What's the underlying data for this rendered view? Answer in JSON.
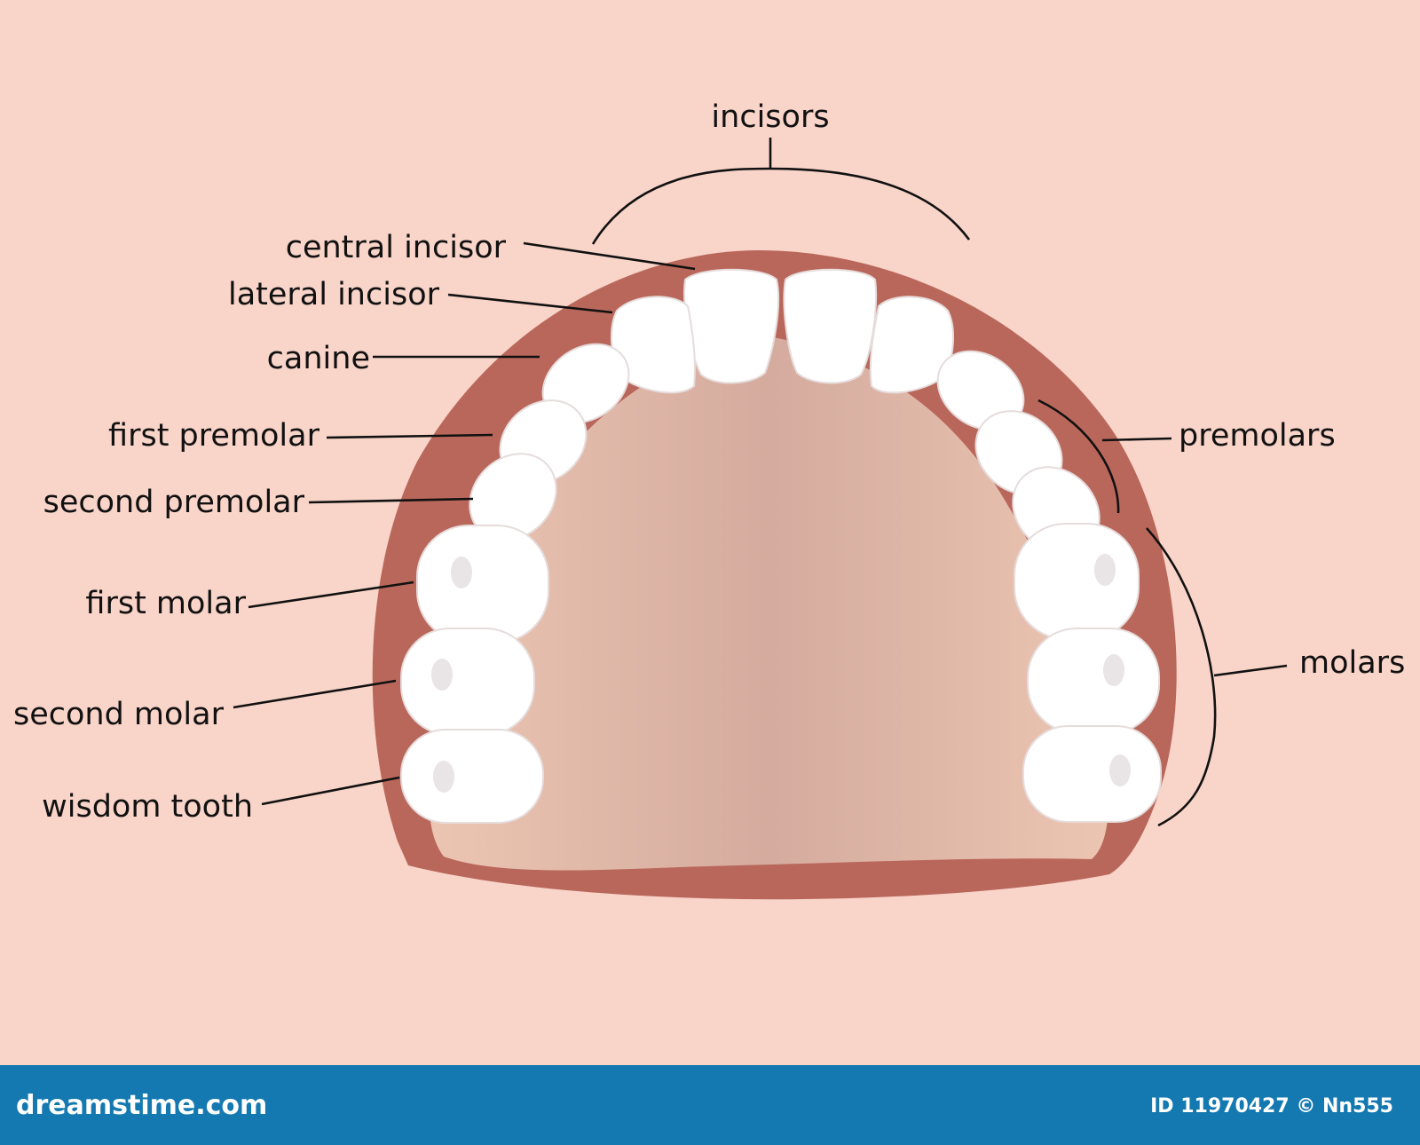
{
  "labels": {
    "incisors": "incisors",
    "central_incisor": "central incisor",
    "lateral_incisor": "lateral incisor",
    "canine": "canine",
    "first_premolar": "first premolar",
    "second_premolar": "second premolar",
    "first_molar": "first molar",
    "second_molar": "second molar",
    "wisdom_tooth": "wisdom tooth",
    "premolars": "premolars",
    "molars": "molars"
  },
  "footer": {
    "brand": "dreamstime.com",
    "image_id": "ID 11970427 © Nn555"
  },
  "colors": {
    "background": "#f9d4c9",
    "gum": "#b9675b",
    "palate": "#e3b7a6",
    "tooth": "#ffffff",
    "footer": "#1479b0"
  }
}
